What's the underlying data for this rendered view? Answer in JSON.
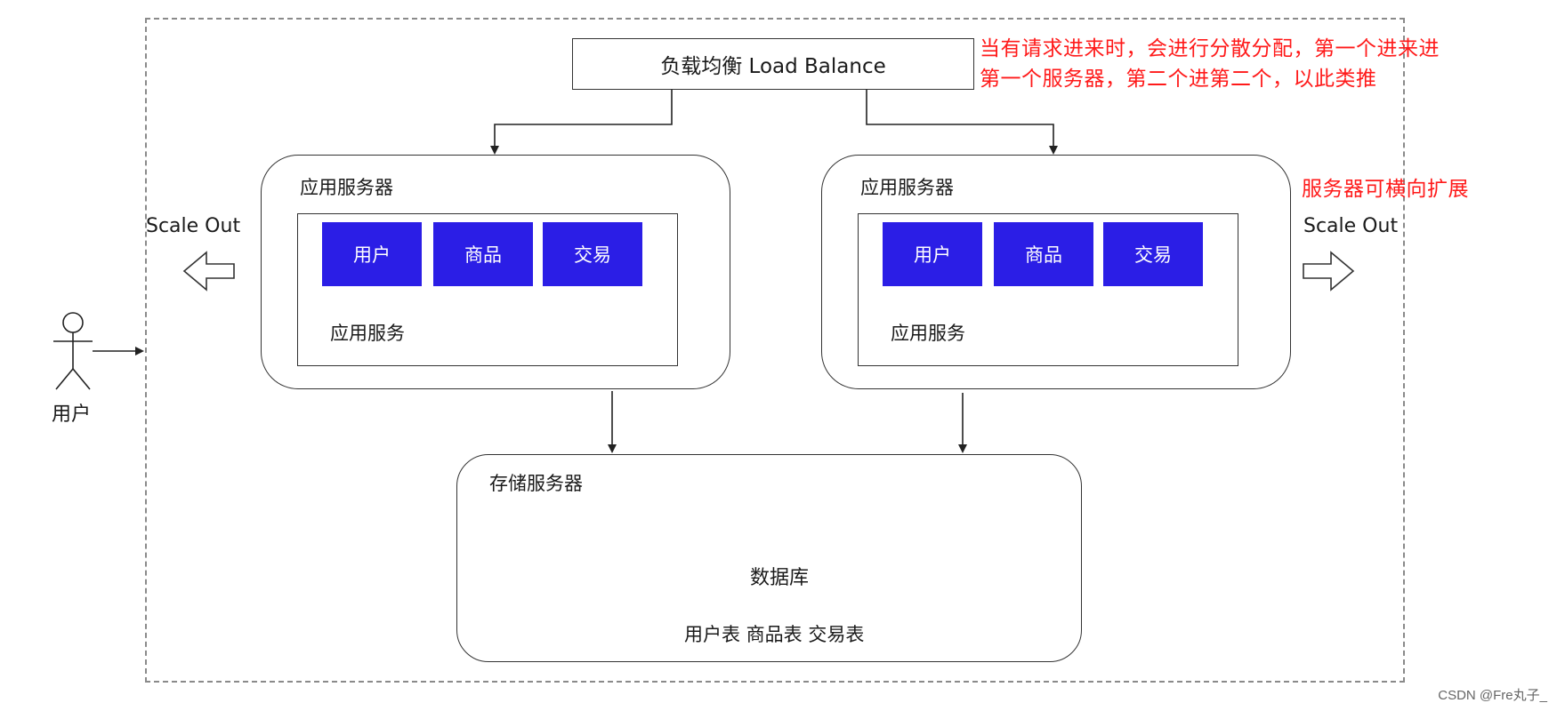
{
  "load_balancer": {
    "label": "负载均衡 Load Balance"
  },
  "notes": {
    "line1": "当有请求进来时，会进行分散分配，第一个进来进",
    "line2": "第一个服务器，第二个进第二个，以此类推",
    "scale_note": "服务器可横向扩展"
  },
  "scale_left": {
    "label": "Scale Out"
  },
  "scale_right": {
    "label": "Scale Out"
  },
  "user": {
    "label": "用户"
  },
  "app_servers": [
    {
      "title": "应用服务器",
      "service_label": "应用服务",
      "modules": [
        "用户",
        "商品",
        "交易"
      ]
    },
    {
      "title": "应用服务器",
      "service_label": "应用服务",
      "modules": [
        "用户",
        "商品",
        "交易"
      ]
    }
  ],
  "storage": {
    "title": "存储服务器",
    "db_label": "数据库",
    "tables": "用户表 商品表 交易表"
  },
  "watermark": "CSDN @Fre丸子_",
  "colors": {
    "module_fill": "#2b1ee6",
    "note_text": "#ff1a1a",
    "line": "#333333",
    "dashed_border": "#8a8a8a"
  }
}
